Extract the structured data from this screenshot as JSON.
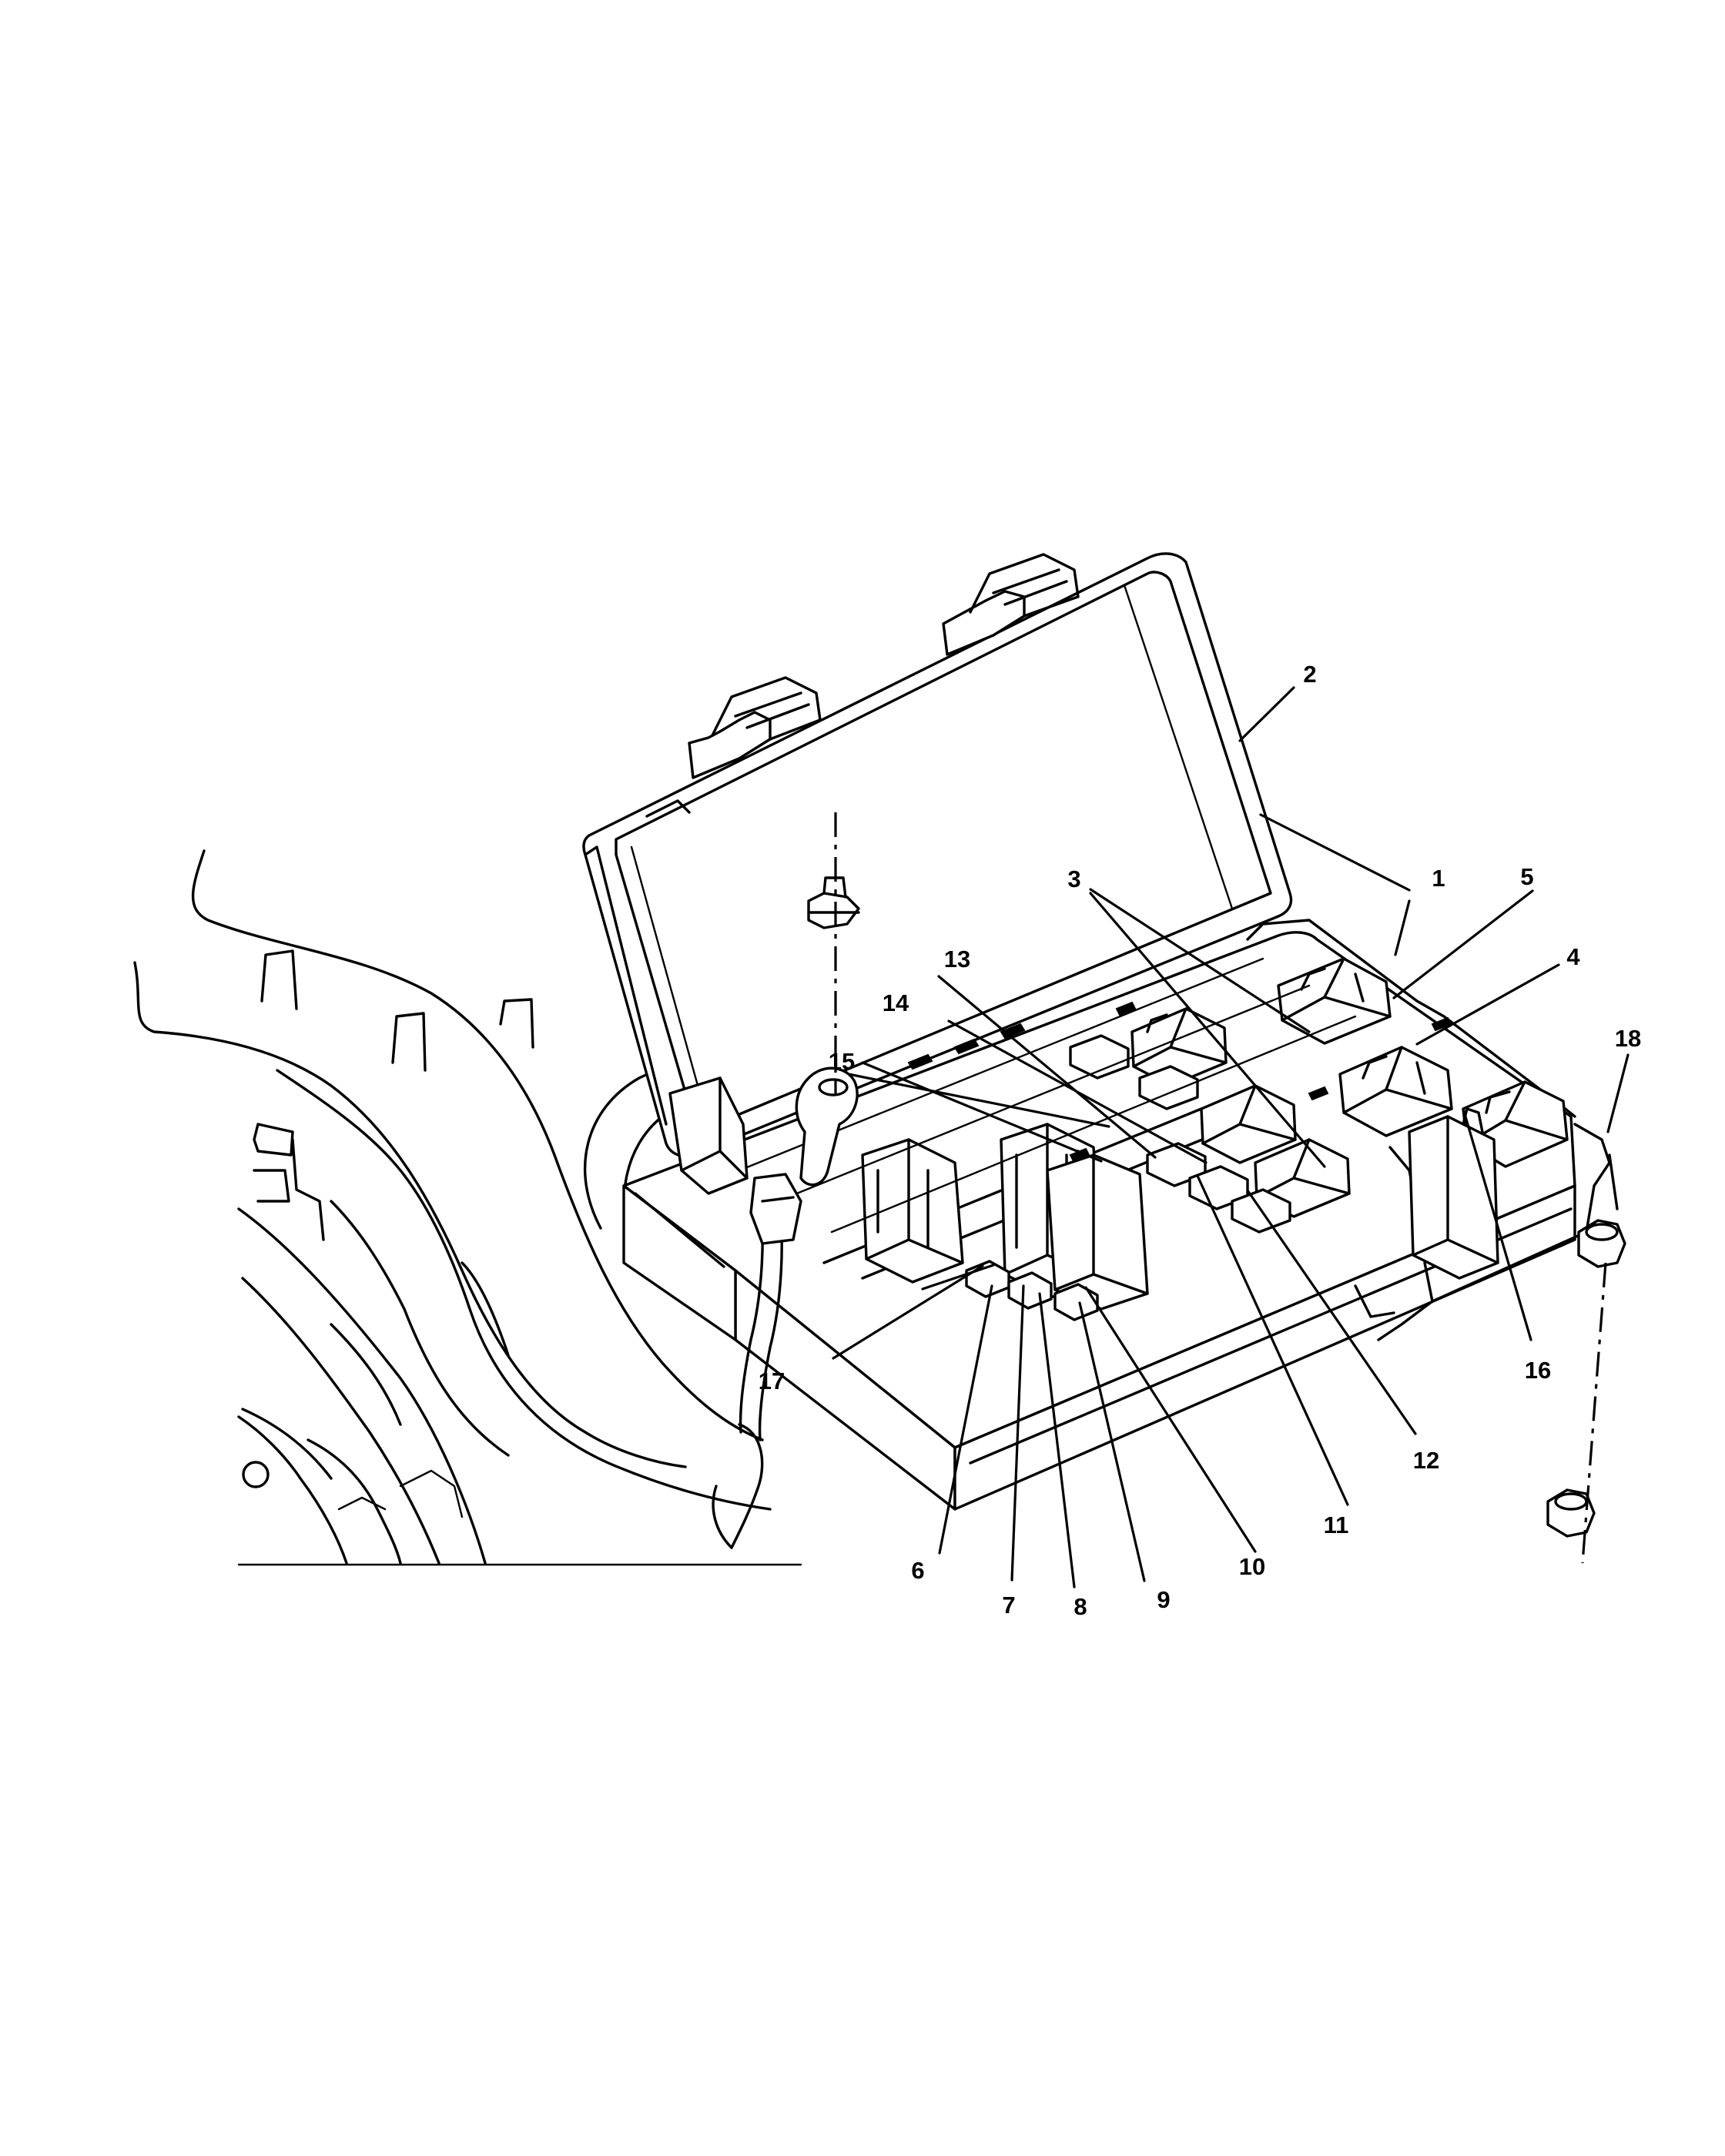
{
  "callouts": [
    {
      "id": "callout-1",
      "label": "1"
    },
    {
      "id": "callout-2",
      "label": "2"
    },
    {
      "id": "callout-3",
      "label": "3"
    },
    {
      "id": "callout-4",
      "label": "4"
    },
    {
      "id": "callout-5",
      "label": "5"
    },
    {
      "id": "callout-6",
      "label": "6"
    },
    {
      "id": "callout-7",
      "label": "7"
    },
    {
      "id": "callout-8",
      "label": "8"
    },
    {
      "id": "callout-9",
      "label": "9"
    },
    {
      "id": "callout-10",
      "label": "10"
    },
    {
      "id": "callout-11",
      "label": "11"
    },
    {
      "id": "callout-12",
      "label": "12"
    },
    {
      "id": "callout-13",
      "label": "13"
    },
    {
      "id": "callout-14",
      "label": "14"
    },
    {
      "id": "callout-15",
      "label": "15"
    },
    {
      "id": "callout-16",
      "label": "16"
    },
    {
      "id": "callout-17",
      "label": "17"
    },
    {
      "id": "callout-18",
      "label": "18"
    }
  ]
}
